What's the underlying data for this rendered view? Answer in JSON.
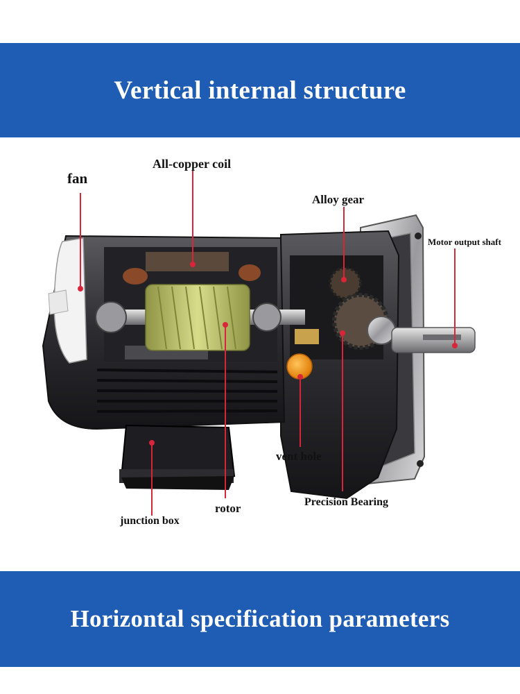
{
  "header": {
    "title": "Vertical internal structure"
  },
  "footer": {
    "title": "Horizontal specification parameters"
  },
  "callouts": {
    "fan": "fan",
    "coil": "All-copper coil",
    "gear": "Alloy gear",
    "shaft": "Motor output shaft",
    "vent": "vent hole",
    "bearing": "Precision Bearing",
    "rotor": "rotor",
    "junction_box": "junction box"
  },
  "colors": {
    "banner": "#1f5cb4",
    "leader_line": "#d8253a",
    "vent_cap": "#f49a1c",
    "coil_copper": "#8a4a2a",
    "rotor_green": "#b9c06a"
  }
}
